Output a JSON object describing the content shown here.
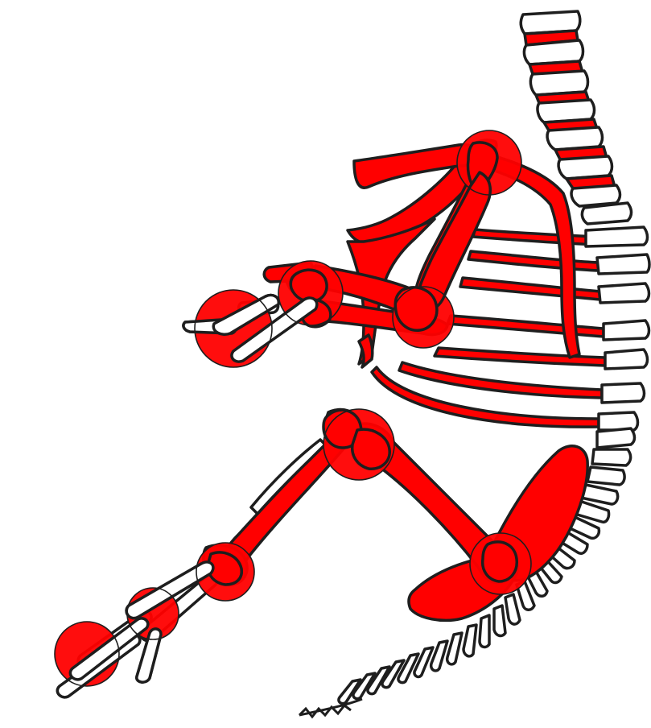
{
  "figure": {
    "subject": "skeleton-limb-diagram",
    "colors": {
      "bone_fill_highlight": "#ff0000",
      "bone_fill_plain": "#ffffff",
      "outline": "#1e1e1e",
      "background": "#ffffff"
    },
    "joint_markers": [
      "shoulder",
      "elbow-front",
      "wrist-front",
      "paw-front",
      "elbow-pivot",
      "knee",
      "hip",
      "ankle",
      "metatarsal",
      "toes"
    ]
  }
}
